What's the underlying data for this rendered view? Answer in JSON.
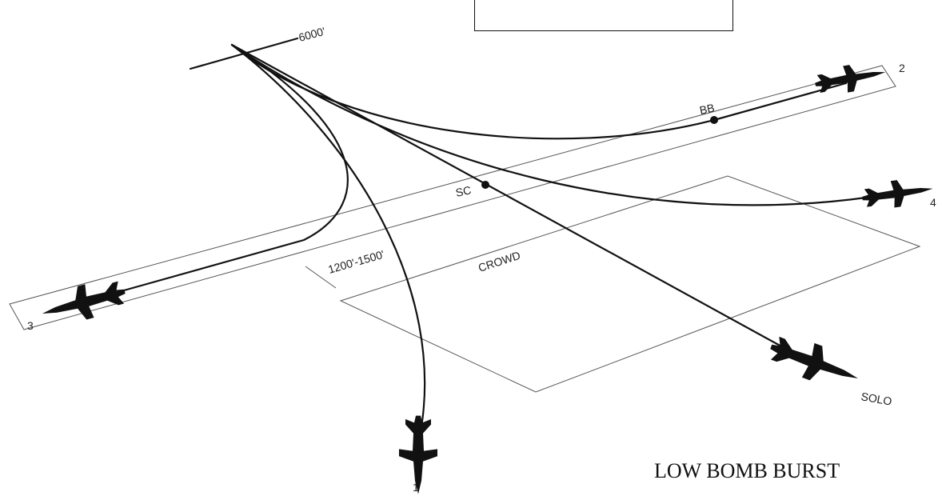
{
  "diagram": {
    "title": "LOW BOMB BURST",
    "labels": {
      "altitude": "6000'",
      "bomb_burst_point": "BB",
      "show_center": "SC",
      "distance": "1200'-1500'",
      "crowd": "CROWD"
    },
    "aircraft": [
      {
        "id": "jet-1",
        "label": "1"
      },
      {
        "id": "jet-2",
        "label": "2"
      },
      {
        "id": "jet-3",
        "label": "3"
      },
      {
        "id": "jet-4",
        "label": "4"
      },
      {
        "id": "jet-solo",
        "label": "SOLO"
      }
    ],
    "colors": {
      "ink": "#111111",
      "lines": "#555555",
      "background": "#ffffff"
    }
  }
}
